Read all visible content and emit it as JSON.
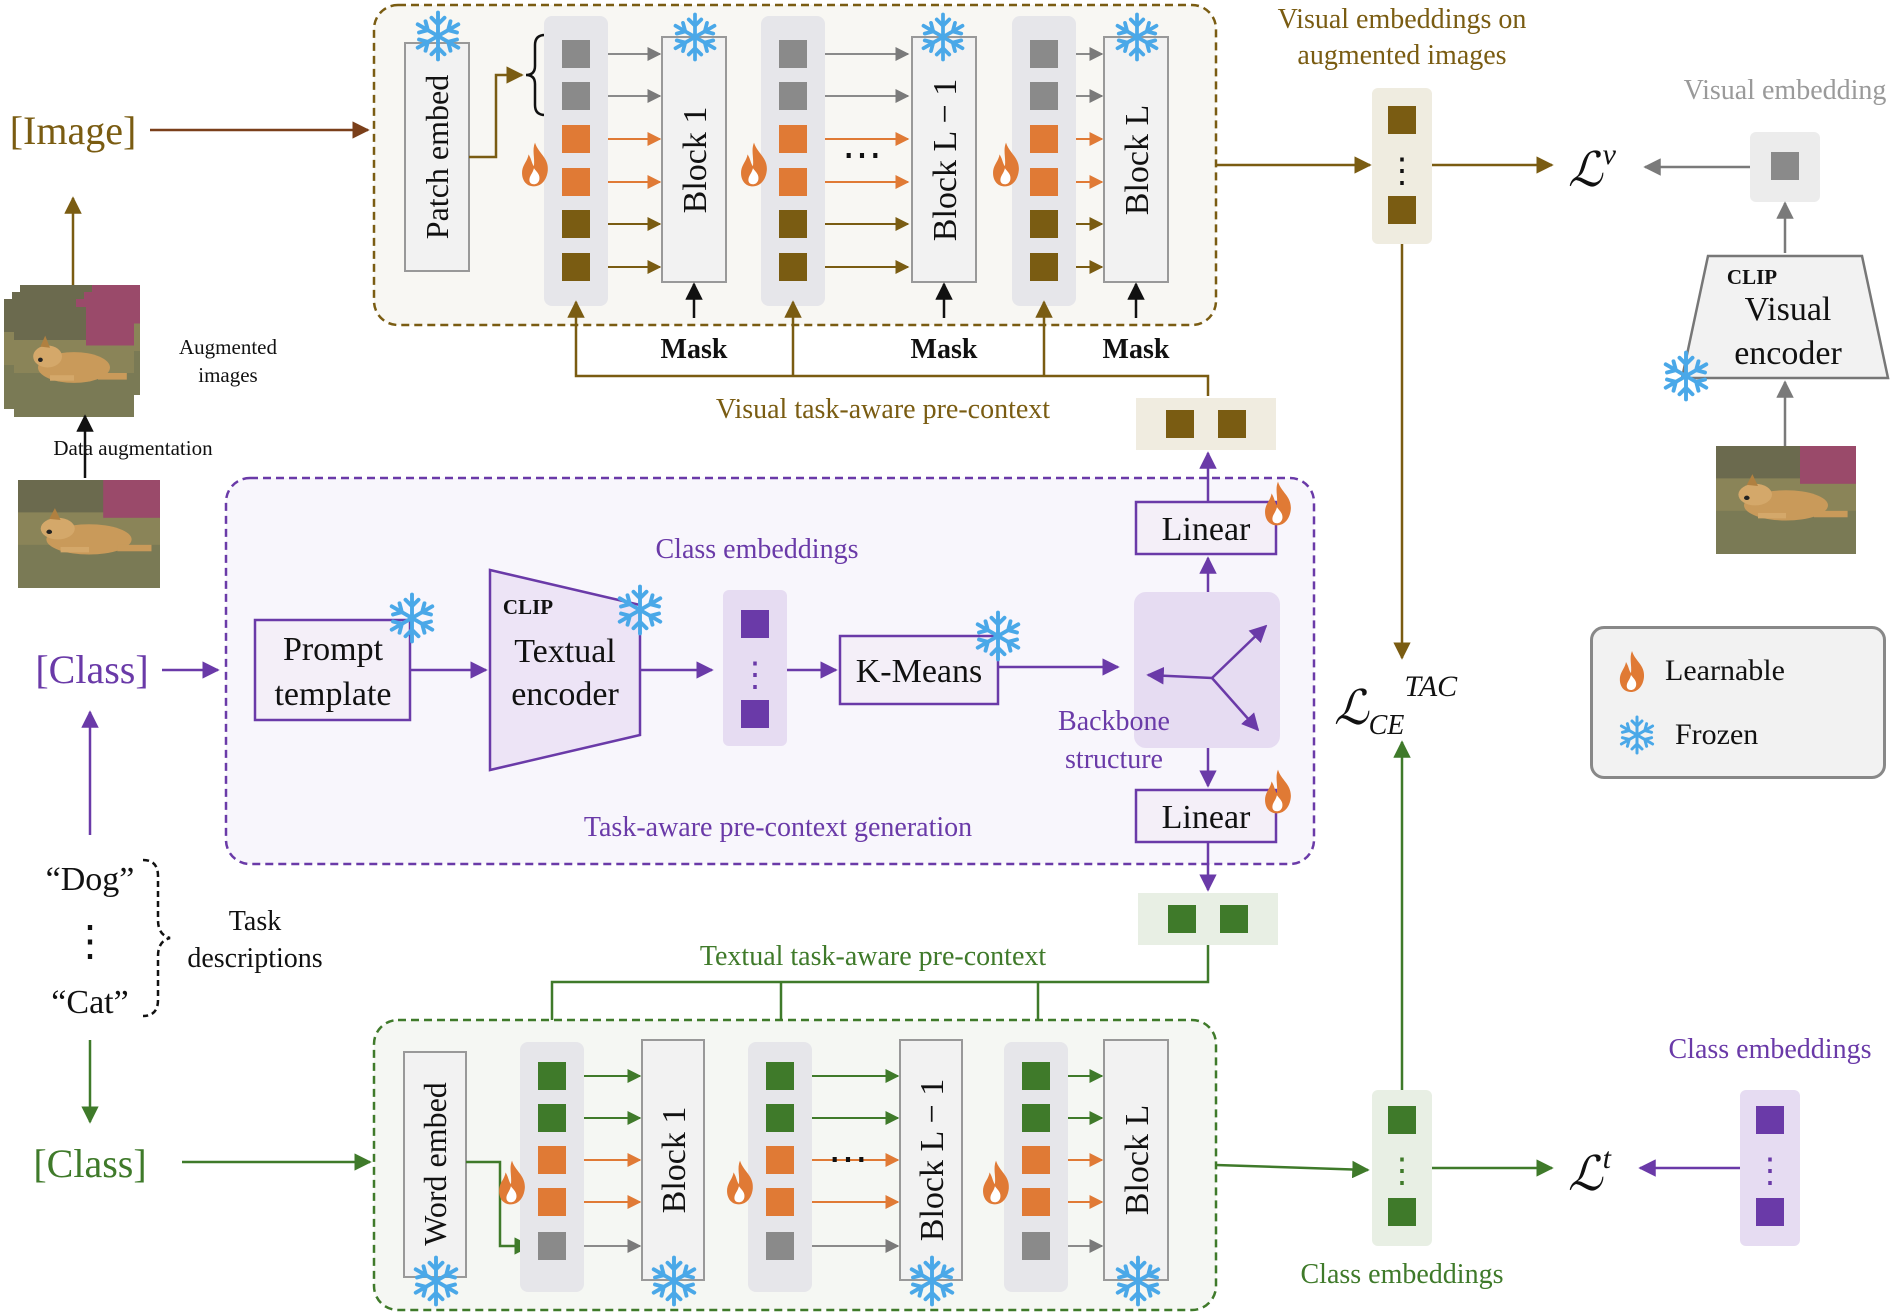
{
  "colors": {
    "visual": "#7a5c12",
    "visual_dark": "#6b5212",
    "purple": "#6a3aa8",
    "green": "#3f7a2a",
    "gray": "#8a8a8a",
    "orange": "#e07a35",
    "frozen": "#4aa8e8"
  },
  "icons": [
    "flame-icon",
    "snowflake-icon",
    "dog-photo"
  ],
  "labels": {
    "image_in": "[Image]",
    "class_in_purple": "[Class]",
    "class_in_green": "[Class]",
    "augmented_images": [
      "Augmented",
      "images"
    ],
    "data_augmentation": "Data augmentation",
    "dog": "“Dog”",
    "cat": "“Cat”",
    "vdots": "⋮",
    "task_descriptions": [
      "Task",
      "descriptions"
    ],
    "patch_embed": "Patch embed",
    "word_embed": "Word embed",
    "block_1": "Block 1",
    "block_L_minus_1": "Block L − 1",
    "block_L": "Block L",
    "ellipsis": "⋯",
    "mask": "Mask",
    "visual_pre_context": "Visual task-aware pre-context",
    "textual_pre_context": "Textual task-aware pre-context",
    "visual_embeddings_aug": [
      "Visual embeddings on",
      "augmented images"
    ],
    "visual_embedding": "Visual embedding",
    "class_embeddings": "Class embeddings",
    "class_embeddings_bottom": "Class embeddings",
    "class_embeddings_right": "Class embeddings",
    "prompt_template": [
      "Prompt",
      "template"
    ],
    "clip": "CLIP",
    "textual_encoder": [
      "Textual",
      "encoder"
    ],
    "visual_encoder": [
      "Visual",
      "encoder"
    ],
    "kmeans": "K-Means",
    "linear": "Linear",
    "backbone": [
      "Backbone",
      "structure"
    ],
    "generation": "Task-aware pre-context generation",
    "loss_v": "ℒ",
    "loss_v_sup": "v",
    "loss_t": "ℒ",
    "loss_t_sup": "t",
    "loss_ce": "ℒ",
    "loss_ce_sub": "CE",
    "loss_ce_sup": "TAC"
  },
  "legend": {
    "learnable": "Learnable",
    "frozen": "Frozen"
  }
}
